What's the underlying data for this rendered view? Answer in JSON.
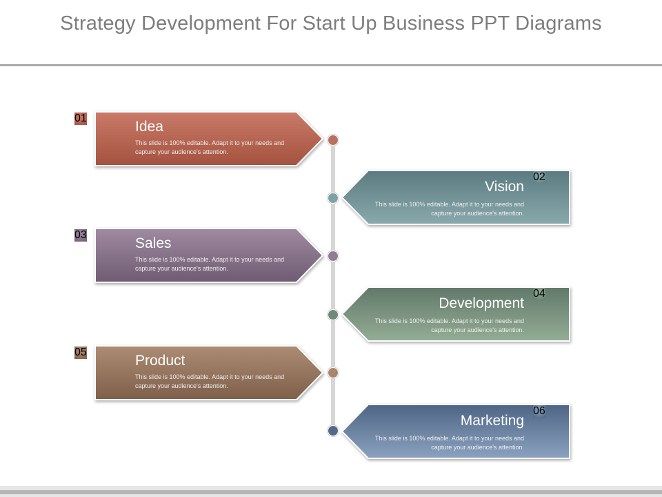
{
  "title": "Strategy Development For Start Up Business PPT Diagrams",
  "steps": [
    {
      "number": "01",
      "heading": "Idea",
      "desc": "This slide is 100% editable.  Adapt it to your needs and capture your audience's attention.",
      "color_light": "#c97a68",
      "color_dark": "#a4523f",
      "dot": "#b9705f"
    },
    {
      "number": "02",
      "heading": "Vision",
      "desc": "This slide is 100% editable.  Adapt it to your needs and capture your audience's attention.",
      "color_light": "#8aa9ad",
      "color_dark": "#5a7b80",
      "dot": "#7fa2a8"
    },
    {
      "number": "03",
      "heading": "Sales",
      "desc": "This slide is 100% editable.  Adapt it to your needs and capture your audience's attention.",
      "color_light": "#9f8aa0",
      "color_dark": "#6f5c72",
      "dot": "#927c94"
    },
    {
      "number": "04",
      "heading": "Development",
      "desc": "This slide is 100% editable.  Adapt it to your needs and capture your audience's attention.",
      "color_light": "#94ad94",
      "color_dark": "#62796b",
      "dot": "#71897a"
    },
    {
      "number": "05",
      "heading": "Product",
      "desc": "This slide is 100% editable.  Adapt it to your needs and capture your audience's attention.",
      "color_light": "#ad8c74",
      "color_dark": "#7e5f49",
      "dot": "#a88670"
    },
    {
      "number": "06",
      "heading": "Marketing",
      "desc": "This slide is 100% editable.  Adapt it to your needs and capture your audience's attention.",
      "color_light": "#8aa2c0",
      "color_dark": "#4f6585",
      "dot": "#56688a"
    }
  ]
}
